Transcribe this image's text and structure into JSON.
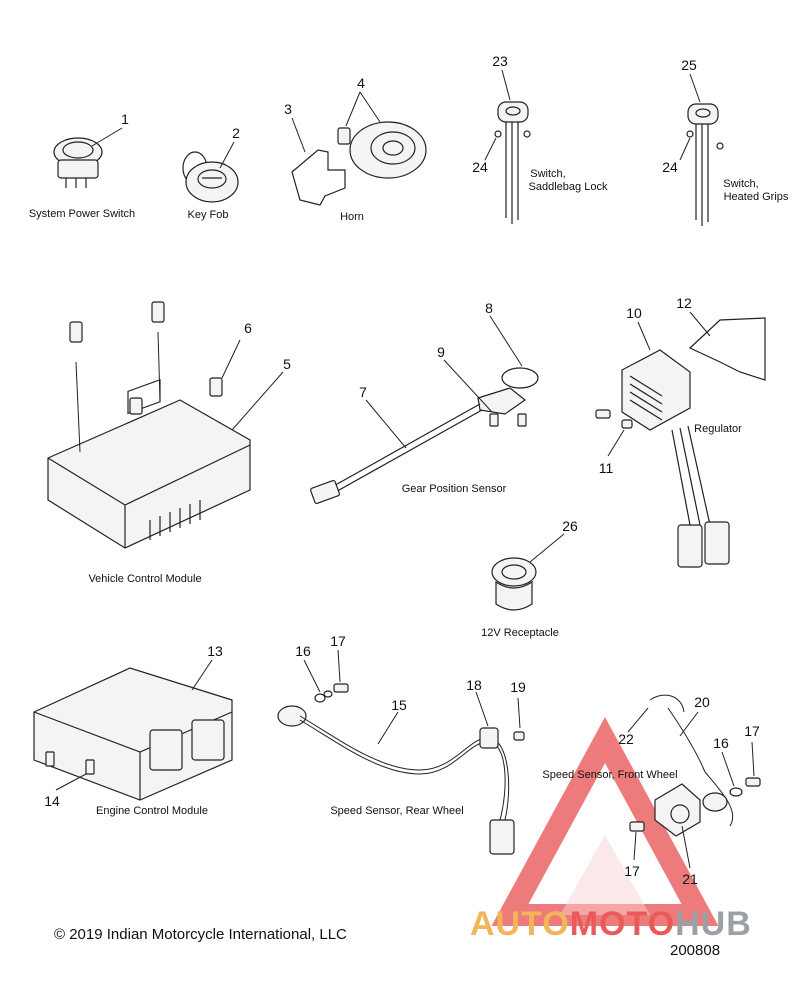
{
  "callouts": [
    {
      "n": "1"
    },
    {
      "n": "2"
    },
    {
      "n": "3"
    },
    {
      "n": "4"
    },
    {
      "n": "23"
    },
    {
      "n": "24"
    },
    {
      "n": "25"
    },
    {
      "n": "24"
    },
    {
      "n": "6"
    },
    {
      "n": "5"
    },
    {
      "n": "8"
    },
    {
      "n": "9"
    },
    {
      "n": "7"
    },
    {
      "n": "10"
    },
    {
      "n": "12"
    },
    {
      "n": "11"
    },
    {
      "n": "26"
    },
    {
      "n": "13"
    },
    {
      "n": "14"
    },
    {
      "n": "16"
    },
    {
      "n": "17"
    },
    {
      "n": "15"
    },
    {
      "n": "18"
    },
    {
      "n": "19"
    },
    {
      "n": "22"
    },
    {
      "n": "20"
    },
    {
      "n": "17"
    },
    {
      "n": "16"
    },
    {
      "n": "17"
    },
    {
      "n": "21"
    }
  ],
  "labels": [
    {
      "text": "System Power Switch"
    },
    {
      "text": "Key Fob"
    },
    {
      "text": "Horn"
    },
    {
      "text": "Switch,"
    },
    {
      "text": "Saddlebag Lock"
    },
    {
      "text": "Switch,"
    },
    {
      "text": "Heated Grips"
    },
    {
      "text": "Vehicle Control Module"
    },
    {
      "text": "Gear Position Sensor"
    },
    {
      "text": "Regulator"
    },
    {
      "text": "12V Receptacle"
    },
    {
      "text": "Engine Control Module"
    },
    {
      "text": "Speed Sensor, Rear Wheel"
    },
    {
      "text": "Speed Sensor, Front Wheel"
    }
  ],
  "footer": {
    "copyright": "© 2019 Indian Motorcycle International, LLC",
    "drawing_number": "200808"
  },
  "watermark": {
    "part1": "AUTO",
    "part2": "MOTO",
    "part3": "HUB",
    "colors": {
      "orange": "#f3b55a",
      "red": "#ea5a5a",
      "gray": "#9aa0a6"
    }
  }
}
